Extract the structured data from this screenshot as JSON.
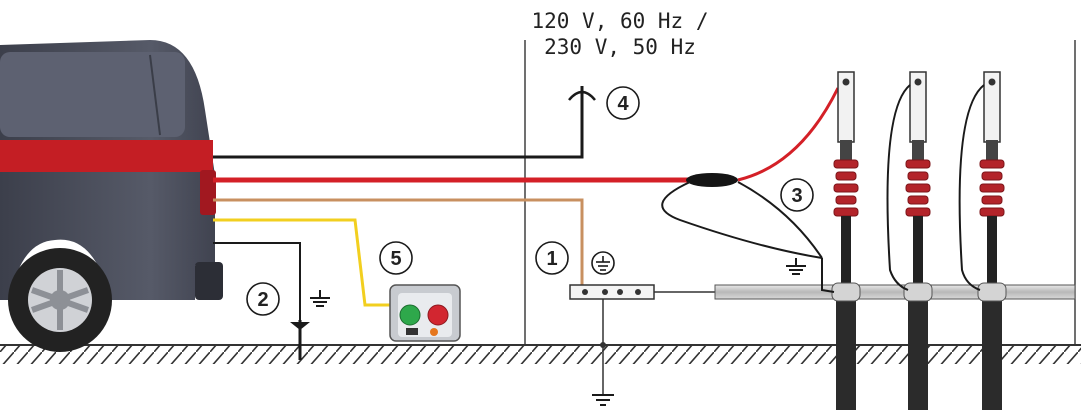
{
  "supply_label": {
    "line1": "120 V, 60 Hz /",
    "line2": "230 V, 50 Hz"
  },
  "callouts": {
    "c1": "1",
    "c2": "2",
    "c3": "3",
    "c4": "4",
    "c5": "5"
  },
  "colors": {
    "van_body": "#4a4d5a",
    "van_stripe": "#c41e24",
    "hv_cable": "#d42027",
    "power_cable": "#1a1a1a",
    "earth_cable": "#c89060",
    "signal_cable": "#f2cf1f",
    "bushing": "#b3242a",
    "ground_hatch": "#333333"
  },
  "icons": [
    "ground-symbol-icon",
    "socket-icon",
    "van-wheel-icon"
  ]
}
